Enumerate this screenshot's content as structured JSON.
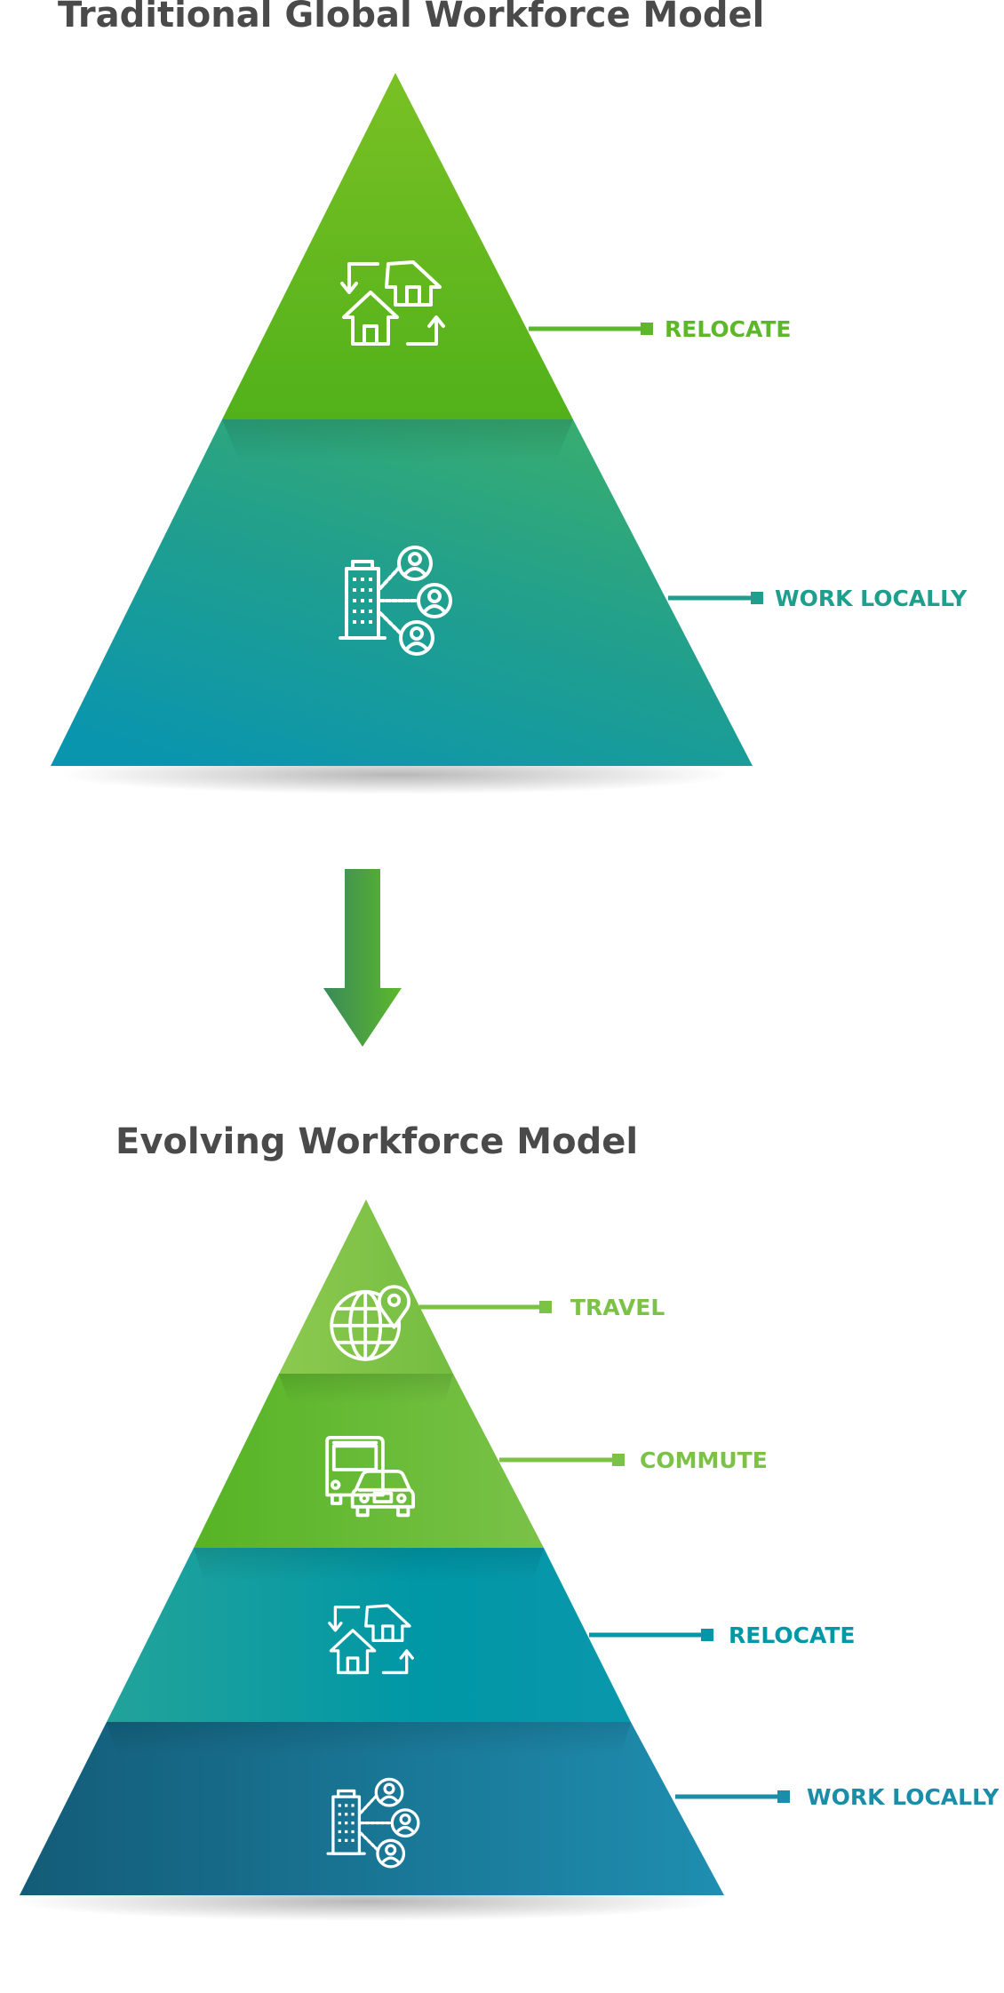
{
  "top": {
    "title": "Traditional Global Workforce Model",
    "labels": [
      "RELOCATE",
      "WORK LOCALLY"
    ],
    "icons": [
      "relocate-houses-icon",
      "office-workers-icon"
    ]
  },
  "transition": {
    "icon": "down-arrow-icon"
  },
  "bottom": {
    "title": "Evolving Workforce Model",
    "labels": [
      "TRAVEL",
      "COMMUTE",
      "RELOCATE",
      "WORK LOCALLY"
    ],
    "icons": [
      "globe-pin-icon",
      "bus-car-icon",
      "relocate-houses-icon",
      "office-workers-icon"
    ]
  },
  "colors": {
    "light_green": "#7cc247",
    "green": "#5cb82a",
    "teal": "#1e9e8c",
    "blue_teal": "#1a8ea8",
    "title_gray": "#4a4a4a"
  }
}
